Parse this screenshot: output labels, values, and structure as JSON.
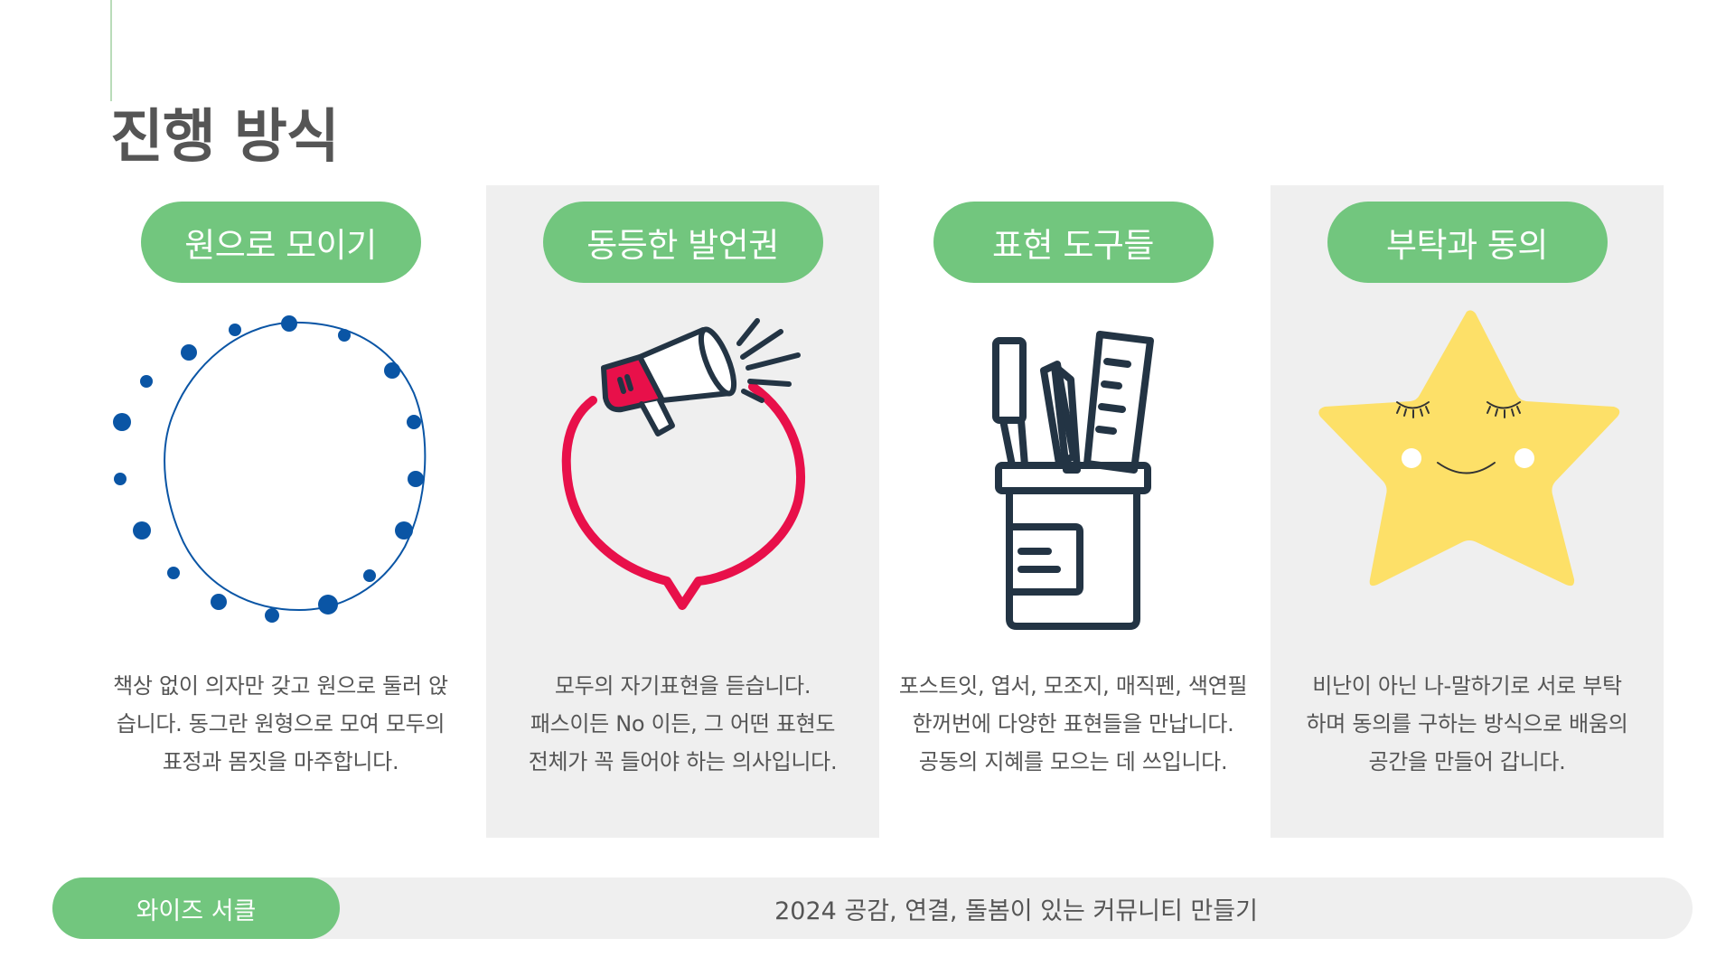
{
  "title": "진행 방식",
  "colors": {
    "accent_green": "#72c67e",
    "panel_gray": "#efefef",
    "circle_blue": "#0a55a5",
    "megaphone_red": "#e8104a",
    "tools_navy": "#233444",
    "star_yellow": "#fde068"
  },
  "cards": [
    {
      "label": "원으로 모이기",
      "icon": "dotted-circle-icon",
      "lines": [
        "책상 없이 의자만 갖고 원으로 둘러 앉",
        "습니다. 동그란 원형으로 모여 모두의",
        "표정과 몸짓을 마주합니다."
      ]
    },
    {
      "label": "동등한 발언권",
      "icon": "megaphone-speech-bubble-icon",
      "lines": [
        "모두의 자기표현을 듣습니다.",
        "패스이든 No 이든, 그 어떤 표현도",
        "전체가 꼭 들어야 하는 의사입니다."
      ]
    },
    {
      "label": "표현 도구들",
      "icon": "pencil-cup-icon",
      "lines": [
        "포스트잇, 엽서, 모조지, 매직펜, 색연필",
        "한꺼번에 다양한 표현들을 만납니다.",
        "공동의 지혜를 모으는 데 쓰입니다."
      ]
    },
    {
      "label": "부탁과 동의",
      "icon": "smiling-star-icon",
      "lines": [
        "비난이 아닌 나-말하기로 서로 부탁",
        "하며 동의를 구하는 방식으로 배움의",
        "공간을 만들어 갑니다."
      ]
    }
  ],
  "footer": {
    "brand": "와이즈 서클",
    "tagline": "2024 공감, 연결, 돌봄이 있는 커뮤니티 만들기"
  }
}
